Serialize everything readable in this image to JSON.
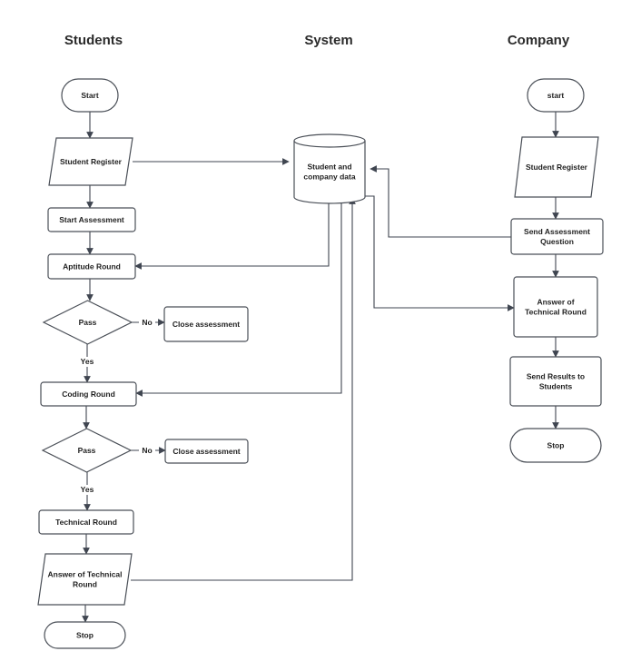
{
  "lanes": {
    "students": "Students",
    "system": "System",
    "company": "Company"
  },
  "nodes": {
    "s_start": {
      "label": [
        "Start"
      ],
      "shape": "terminator"
    },
    "s_register": {
      "label": [
        "Student Register"
      ],
      "shape": "parallelogram"
    },
    "s_start_assessment": {
      "label": [
        "Start Assessment"
      ],
      "shape": "process"
    },
    "s_aptitude": {
      "label": [
        "Aptitude Round"
      ],
      "shape": "process"
    },
    "s_pass1": {
      "label": [
        "Pass"
      ],
      "shape": "decision"
    },
    "s_close1": {
      "label": [
        "Close assessment"
      ],
      "shape": "process"
    },
    "s_coding": {
      "label": [
        "Coding Round"
      ],
      "shape": "process"
    },
    "s_pass2": {
      "label": [
        "Pass"
      ],
      "shape": "decision"
    },
    "s_close2": {
      "label": [
        "Close assessment"
      ],
      "shape": "process"
    },
    "s_technical": {
      "label": [
        "Technical Round"
      ],
      "shape": "process"
    },
    "s_answer": {
      "label": [
        "Answer of Technical",
        "Round"
      ],
      "shape": "parallelogram"
    },
    "s_stop": {
      "label": [
        "Stop"
      ],
      "shape": "terminator"
    },
    "sys_db": {
      "label": [
        "Student and",
        "company data"
      ],
      "shape": "database"
    },
    "c_start": {
      "label": [
        "start"
      ],
      "shape": "terminator"
    },
    "c_register": {
      "label": [
        "Student Register"
      ],
      "shape": "parallelogram"
    },
    "c_send_question": {
      "label": [
        "Send Assessment",
        "Question"
      ],
      "shape": "process"
    },
    "c_answer": {
      "label": [
        "Answer of",
        "Technical Round"
      ],
      "shape": "process"
    },
    "c_results": {
      "label": [
        "Send Results to",
        "Students"
      ],
      "shape": "process"
    },
    "c_stop": {
      "label": [
        "Stop"
      ],
      "shape": "terminator"
    }
  },
  "edges": [
    {
      "from": "s_start",
      "to": "s_register"
    },
    {
      "from": "s_register",
      "to": "s_start_assessment"
    },
    {
      "from": "s_start_assessment",
      "to": "s_aptitude"
    },
    {
      "from": "s_aptitude",
      "to": "s_pass1"
    },
    {
      "from": "s_pass1",
      "to": "s_close1",
      "label": "No"
    },
    {
      "from": "s_pass1",
      "to": "s_coding",
      "label": "Yes"
    },
    {
      "from": "s_coding",
      "to": "s_pass2"
    },
    {
      "from": "s_pass2",
      "to": "s_close2",
      "label": "No"
    },
    {
      "from": "s_pass2",
      "to": "s_technical",
      "label": "Yes"
    },
    {
      "from": "s_technical",
      "to": "s_answer"
    },
    {
      "from": "s_answer",
      "to": "s_stop"
    },
    {
      "from": "s_register",
      "to": "sys_db"
    },
    {
      "from": "sys_db",
      "to": "s_aptitude"
    },
    {
      "from": "sys_db",
      "to": "s_coding"
    },
    {
      "from": "s_answer",
      "to": "sys_db"
    },
    {
      "from": "c_send_question",
      "to": "sys_db"
    },
    {
      "from": "sys_db",
      "to": "c_answer"
    },
    {
      "from": "c_start",
      "to": "c_register"
    },
    {
      "from": "c_register",
      "to": "c_send_question"
    },
    {
      "from": "c_send_question",
      "to": "c_answer"
    },
    {
      "from": "c_answer",
      "to": "c_results"
    },
    {
      "from": "c_results",
      "to": "c_stop"
    }
  ]
}
